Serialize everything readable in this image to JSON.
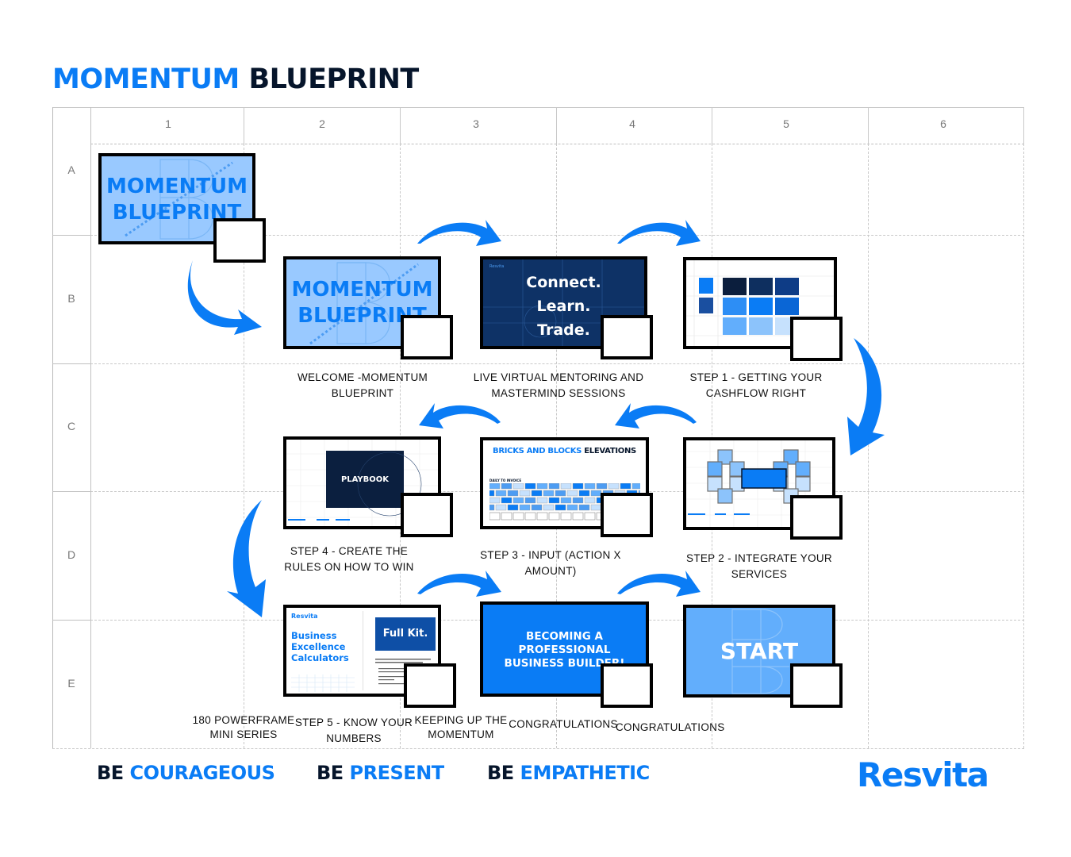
{
  "title": {
    "part1": "MOMENTUM",
    "part2": "BLUEPRINT"
  },
  "grid": {
    "columns": [
      "1",
      "2",
      "3",
      "4",
      "5",
      "6"
    ],
    "rows": [
      "A",
      "B",
      "C",
      "D",
      "E"
    ]
  },
  "cards": {
    "start_title": {
      "line1": "MOMENTUM",
      "line2": "BLUEPRINT"
    },
    "welcome": {
      "line1": "MOMENTUM",
      "line2": "BLUEPRINT",
      "caption": "WELCOME -MOMENTUM BLUEPRINT"
    },
    "mentoring": {
      "brand": "Resvita",
      "line1": "Connect.",
      "line2": "Learn.",
      "line3": "Trade.",
      "caption": "LIVE VIRTUAL MENTORING AND MASTERMIND SESSIONS"
    },
    "step1": {
      "caption": "STEP 1 - GETTING YOUR CASHFLOW RIGHT"
    },
    "step2": {
      "caption": "STEP 2 - INTEGRATE YOUR SERVICES"
    },
    "step3": {
      "title_blue": "BRICKS AND BLOCKS",
      "title_dark": "ELEVATIONS",
      "sub": "DAILY TO INVOICE",
      "caption": "STEP 3 - INPUT (ACTION X AMOUNT)"
    },
    "step4": {
      "inner": "PLAYBOOK",
      "caption": "STEP 4 - CREATE THE RULES ON HOW TO WIN"
    },
    "step5": {
      "brand": "Resvita",
      "line1": "Business",
      "line2": "Excellence",
      "line3": "Calculators",
      "kit": "Full Kit.",
      "caption": "STEP 5 - KNOW YOUR NUMBERS"
    },
    "builder": {
      "line1": "BECOMING A",
      "line2": "PROFESSIONAL",
      "line3": "BUSINESS BUILDER!",
      "caption": "CONGRATULATIONS"
    },
    "start": {
      "label": "START",
      "caption": "CONGRATULATIONS"
    }
  },
  "extra_captions": {
    "powerframe": "180 POWERFRAME MINI SERIES",
    "momentum": "KEEPING UP THE MOMENTUM"
  },
  "footer": {
    "v1_prefix": "BE",
    "v1": "COURAGEOUS",
    "v2_prefix": "BE",
    "v2": "PRESENT",
    "v3_prefix": "BE",
    "v3": "EMPATHETIC",
    "logo": "Resvita"
  },
  "colors": {
    "brand_blue": "#0a7cf5",
    "navy": "#06152b",
    "light_blue": "#99c9ff",
    "mid_blue": "#62aefc"
  }
}
